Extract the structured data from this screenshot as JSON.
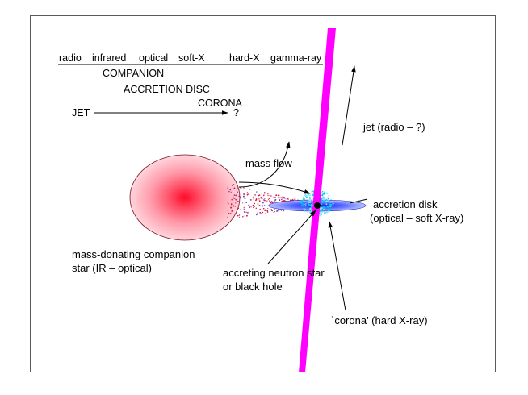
{
  "bands": {
    "items": [
      "radio",
      "infrared",
      "optical",
      "soft-X",
      "hard-X",
      "gamma-ray"
    ],
    "companion": "COMPANION",
    "accretion_disc": "ACCRETION DISC",
    "corona": "CORONA",
    "jet": "JET",
    "jet_end": "?"
  },
  "labels": {
    "jet": "jet (radio – ?)",
    "mass_flow": "mass flow",
    "disk_line1": "accretion disk",
    "disk_line2": "(optical – soft X-ray)",
    "companion_line1": "mass-donating companion",
    "companion_line2": "star (IR – optical)",
    "compact_line1": "accreting neutron star",
    "compact_line2": "or black hole",
    "corona": "`corona' (hard X-ray)"
  },
  "colors": {
    "jet": "#ff00ff",
    "star": "#ff1e3c",
    "disk": "#3c3cff",
    "corona": "#00c8e6",
    "mass_flow_particles": "#d21e46"
  }
}
